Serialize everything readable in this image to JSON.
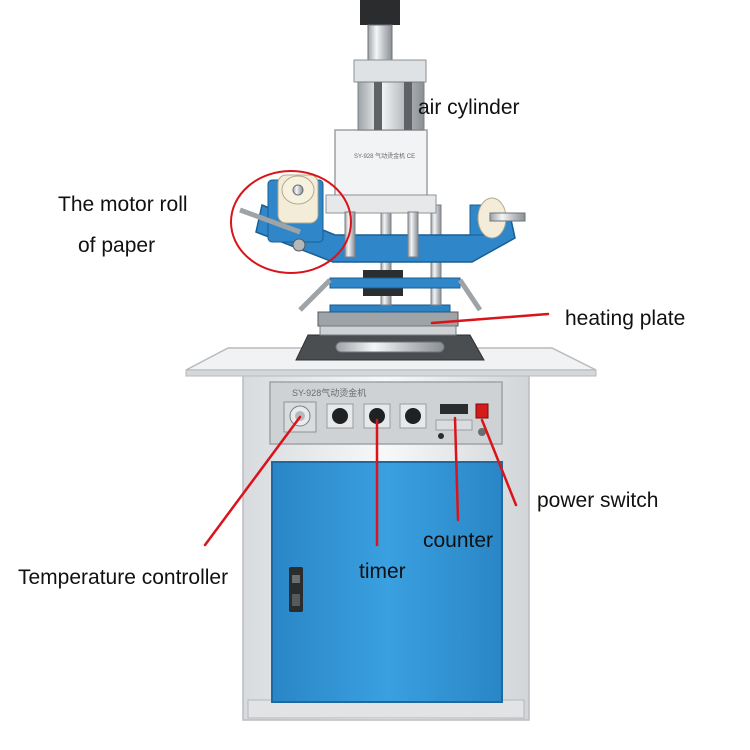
{
  "labels": {
    "air_cylinder": "air cylinder",
    "motor_roll_line1": "The motor roll",
    "motor_roll_line2": "of paper",
    "heating_plate": "heating plate",
    "power_switch": "power switch",
    "counter": "counter",
    "timer": "timer",
    "temperature_controller": "Temperature controller"
  },
  "machine": {
    "panel_title": "SY-928气动烫金机",
    "top_plate_text": "SY-928 气动烫金机 CE"
  },
  "colors": {
    "cabinet_blue": "#2e8fd0",
    "arm_blue": "#2f86c8",
    "frame_white": "#eef0f2",
    "pointer_red": "#d9141b",
    "panel_grey": "#c9ccce"
  }
}
